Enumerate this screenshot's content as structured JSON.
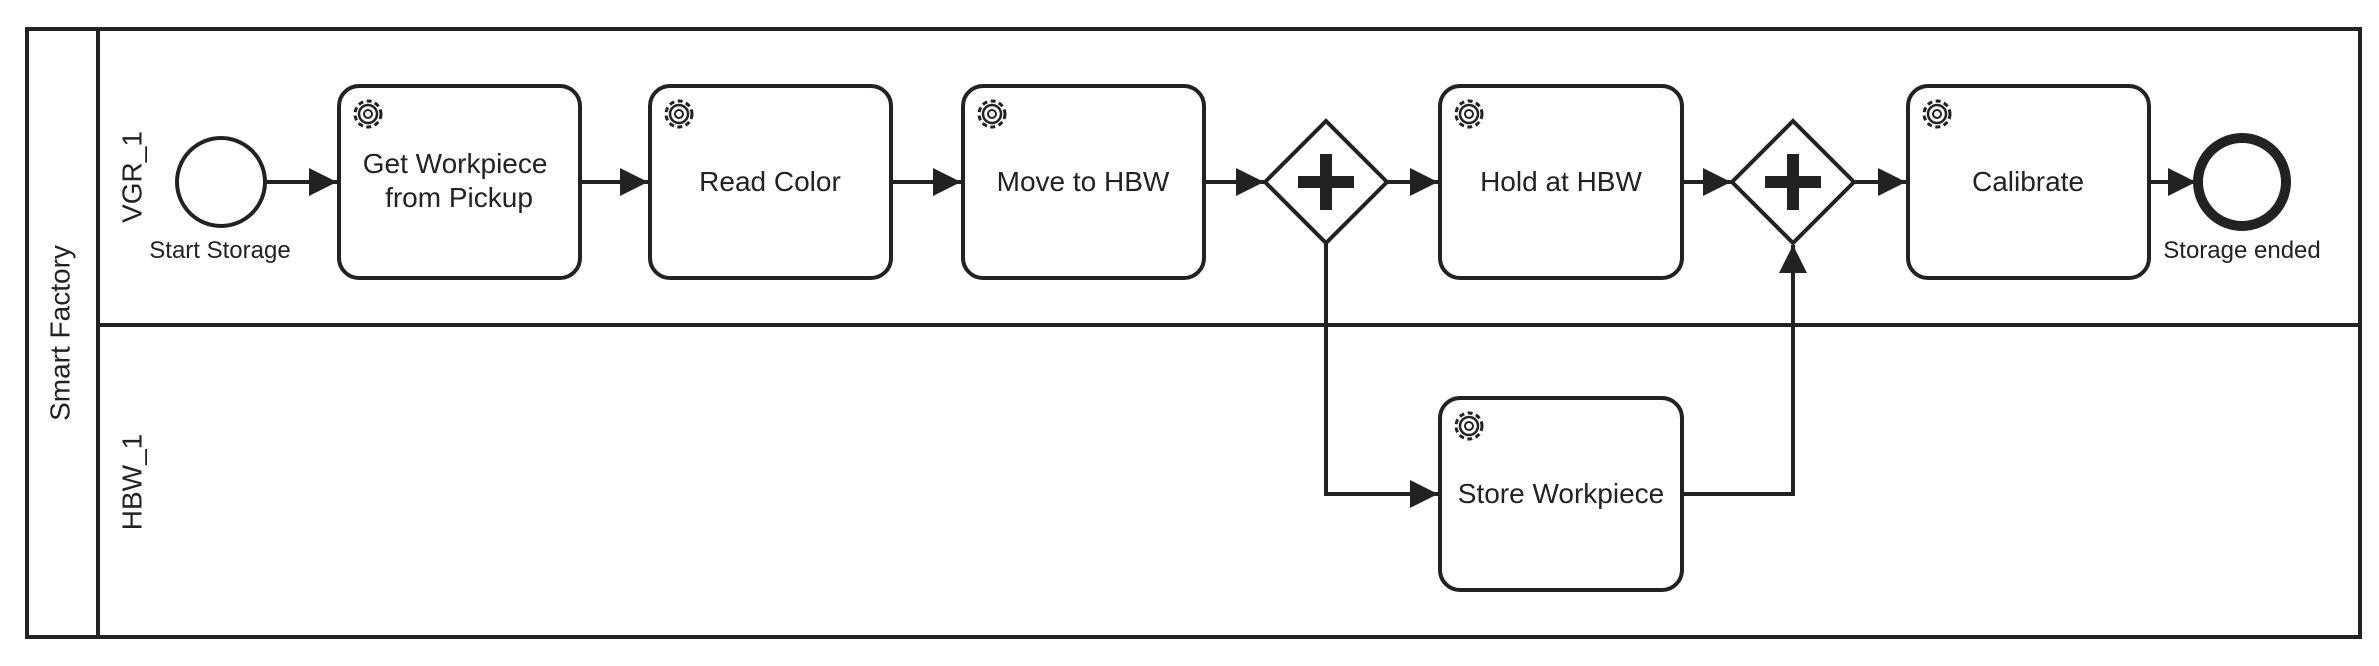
{
  "pool": {
    "label": "Smart Factory"
  },
  "lanes": [
    {
      "id": "vgr",
      "label": "VGR_1"
    },
    {
      "id": "hbw",
      "label": "HBW_1"
    }
  ],
  "events": {
    "start": {
      "label": "Start Storage"
    },
    "end": {
      "label": "Storage ended"
    }
  },
  "tasks": {
    "get_workpiece": {
      "label_lines": [
        "Get Workpiece",
        "from Pickup"
      ],
      "icon": "gear-icon"
    },
    "read_color": {
      "label_lines": [
        "Read Color"
      ],
      "icon": "gear-icon"
    },
    "move_to_hbw": {
      "label_lines": [
        "Move to HBW"
      ],
      "icon": "gear-icon"
    },
    "hold_at_hbw": {
      "label_lines": [
        "Hold at HBW"
      ],
      "icon": "gear-icon"
    },
    "calibrate": {
      "label_lines": [
        "Calibrate"
      ],
      "icon": "gear-icon"
    },
    "store_workpiece": {
      "label_lines": [
        "Store Workpiece"
      ],
      "icon": "gear-icon"
    }
  },
  "gateways": {
    "split": {
      "type": "parallel",
      "icon": "plus-icon"
    },
    "join": {
      "type": "parallel",
      "icon": "plus-icon"
    }
  },
  "colors": {
    "stroke": "#222222",
    "fill": "#ffffff"
  }
}
